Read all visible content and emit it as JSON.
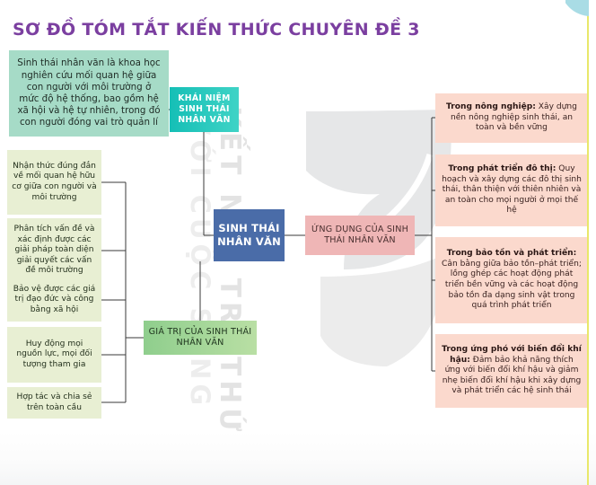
{
  "page": {
    "title": "SƠ ĐỒ TÓM TẮT KIẾN THỨC CHUYÊN ĐỀ 3",
    "watermark_line1": "KẾT NỐI TRI THỨC",
    "watermark_line2": "VỚI CUỘC SỐNG",
    "colors": {
      "title": "#7b3fa0",
      "definition_box": "#a6dbc7",
      "concept_box": "#15bfb6",
      "center_box": "#4a6ca8",
      "apply_box": "#efb6b6",
      "value_box": "#8fce8d",
      "value_item": "#e8efd3",
      "application_item": "#fbd9cd",
      "edge_accent": "#e9e86a",
      "corner_accent": "#a9dce5"
    }
  },
  "definition": {
    "text": "Sinh thái nhân văn là khoa học nghiên cứu mối quan hệ giữa con người với môi trường ở mức độ hệ thống, bao gồm hệ xã hội và hệ tự nhiên, trong đó con người đóng vai trò quản lí"
  },
  "concept": {
    "label": "KHÁI NIỆM SINH THÁI NHÂN VĂN"
  },
  "center": {
    "label": "SINH THÁI NHÂN VĂN"
  },
  "application": {
    "label": "ỨNG DỤNG CỦA SINH THÁI NHÂN VĂN",
    "items": [
      {
        "heading": "Trong nông nghiệp:",
        "body": " Xây dựng nền nông nghiệp sinh thái, an toàn và bền vững"
      },
      {
        "heading": "Trong phát triển đô thị:",
        "body": " Quy hoạch và xây dựng các đô thị sinh thái, thân thiện với thiên nhiên và an toàn cho mọi người ở mọi thế hệ"
      },
      {
        "heading": "Trong bảo tồn và phát triển:",
        "body": " Cân bằng giữa bảo tồn–phát triển; lồng ghép các hoạt động phát triển bền vững và các hoạt động bảo tồn đa dạng sinh vật trong quá trình phát triển"
      },
      {
        "heading": "Trong ứng phó với biến đổi khí hậu:",
        "body": " Đảm bảo khả năng thích ứng với biến đổi khí hậu và giảm nhẹ biến đổi khí hậu khi xây dựng và phát triển các hệ sinh thái"
      }
    ]
  },
  "values": {
    "label": "GIÁ TRỊ CỦA SINH THÁI NHÂN VĂN",
    "items": [
      {
        "text": "Nhận thức đúng đắn về mối quan hệ hữu cơ giữa con người và môi trường"
      },
      {
        "text": "Phân tích vấn đề và xác định được các giải pháp toàn diện giải quyết các vấn đề môi trường"
      },
      {
        "text": "Bảo vệ được các giá trị đạo đức và công bằng xã hội"
      },
      {
        "text": "Huy động mọi nguồn lực, mọi đối tượng tham gia"
      },
      {
        "text": "Hợp tác và chia sẻ trên toàn cầu"
      }
    ]
  }
}
